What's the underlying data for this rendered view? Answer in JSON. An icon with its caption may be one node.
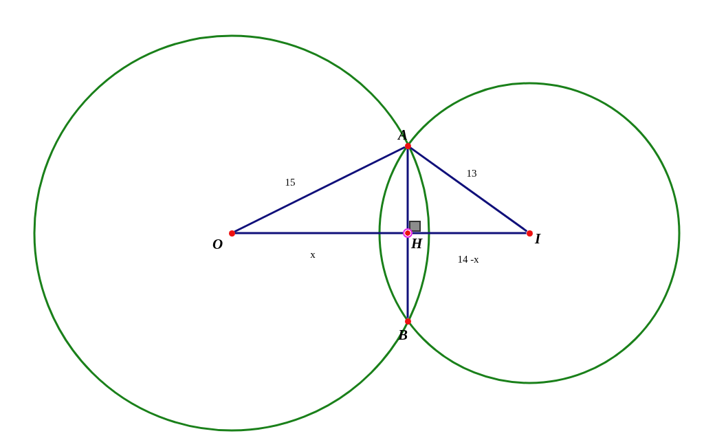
{
  "diagram": {
    "nodes": [
      {
        "text": [],
        "shape": "circle",
        "beside": [
          "O"
        ]
      },
      {
        "text": [],
        "shape": "circle",
        "beside": [
          "A"
        ]
      },
      {
        "text": [],
        "shape": "circle",
        "beside": [
          "H"
        ]
      },
      {
        "text": [],
        "shape": "circle",
        "beside": [
          "I"
        ]
      },
      {
        "text": [],
        "shape": "circle",
        "beside": [
          "B"
        ]
      }
    ],
    "edges": [
      {
        "from": 0,
        "to": 1,
        "arrow": "none",
        "label": "15"
      },
      {
        "from": 1,
        "to": 3,
        "arrow": "none",
        "label": "13"
      },
      {
        "from": 0,
        "to": 2,
        "arrow": "none",
        "label": "x"
      },
      {
        "from": 2,
        "to": 3,
        "arrow": "none",
        "label": "14 -x"
      },
      {
        "from": 1,
        "to": 2,
        "arrow": "none"
      },
      {
        "from": 2,
        "to": 4,
        "arrow": "none"
      }
    ]
  }
}
